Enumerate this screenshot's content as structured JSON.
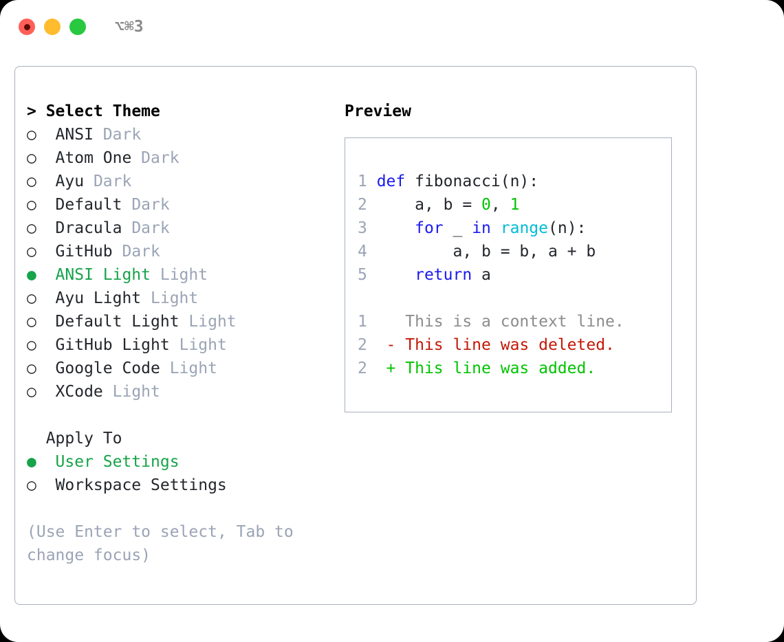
{
  "titlebar": {
    "shortcut": "⌥⌘3",
    "lights": [
      {
        "name": "close",
        "color": "#ff5f57"
      },
      {
        "name": "minimize",
        "color": "#febc2e"
      },
      {
        "name": "maximize",
        "color": "#28c840"
      }
    ]
  },
  "colors": {
    "accent_green": "#16a34a",
    "border": "#a8b0bd",
    "muted": "#9aa4b5",
    "text": "#23262b",
    "keyword_blue": "#1a1aee",
    "number_green": "#00c400",
    "builtin_cyan": "#00bcd4",
    "diff_add": "#00c400",
    "diff_del": "#c21807",
    "diff_ctx": "#8c8c8c"
  },
  "theme_section": {
    "heading": "> Select Theme",
    "items": [
      {
        "marker": "○",
        "name": "ANSI",
        "variant": "Dark",
        "selected": false
      },
      {
        "marker": "○",
        "name": "Atom One",
        "variant": "Dark",
        "selected": false
      },
      {
        "marker": "○",
        "name": "Ayu",
        "variant": "Dark",
        "selected": false
      },
      {
        "marker": "○",
        "name": "Default",
        "variant": "Dark",
        "selected": false
      },
      {
        "marker": "○",
        "name": "Dracula",
        "variant": "Dark",
        "selected": false
      },
      {
        "marker": "○",
        "name": "GitHub",
        "variant": "Dark",
        "selected": false
      },
      {
        "marker": "●",
        "name": "ANSI Light",
        "variant": "Light",
        "selected": true
      },
      {
        "marker": "○",
        "name": "Ayu Light",
        "variant": "Light",
        "selected": false
      },
      {
        "marker": "○",
        "name": "Default Light",
        "variant": "Light",
        "selected": false
      },
      {
        "marker": "○",
        "name": "GitHub Light",
        "variant": "Light",
        "selected": false
      },
      {
        "marker": "○",
        "name": "Google Code",
        "variant": "Light",
        "selected": false
      },
      {
        "marker": "○",
        "name": "XCode",
        "variant": "Light",
        "selected": false
      }
    ]
  },
  "apply_section": {
    "heading": "Apply To",
    "items": [
      {
        "marker": "●",
        "name": "User Settings",
        "selected": true
      },
      {
        "marker": "○",
        "name": "Workspace Settings",
        "selected": false
      }
    ]
  },
  "hint": "(Use Enter to select, Tab to change focus)",
  "preview": {
    "title": "Preview",
    "code_lines": [
      {
        "number": "1",
        "tokens": [
          {
            "t": "def ",
            "c": "kw"
          },
          {
            "t": "fibonacci(n):",
            "c": "plain-tok"
          }
        ]
      },
      {
        "number": "2",
        "tokens": [
          {
            "t": "    a, b = ",
            "c": "plain-tok"
          },
          {
            "t": "0",
            "c": "num"
          },
          {
            "t": ", ",
            "c": "plain-tok"
          },
          {
            "t": "1",
            "c": "num"
          }
        ]
      },
      {
        "number": "3",
        "tokens": [
          {
            "t": "    ",
            "c": "plain-tok"
          },
          {
            "t": "for",
            "c": "kw"
          },
          {
            "t": " _ ",
            "c": "plain-tok"
          },
          {
            "t": "in",
            "c": "kw"
          },
          {
            "t": " ",
            "c": "plain-tok"
          },
          {
            "t": "range",
            "c": "fn"
          },
          {
            "t": "(n):",
            "c": "plain-tok"
          }
        ]
      },
      {
        "number": "4",
        "tokens": [
          {
            "t": "        a, b = b, a + b",
            "c": "plain-tok"
          }
        ]
      },
      {
        "number": "5",
        "tokens": [
          {
            "t": "    ",
            "c": "plain-tok"
          },
          {
            "t": "return",
            "c": "kw"
          },
          {
            "t": " a",
            "c": "plain-tok"
          }
        ]
      }
    ],
    "diff_lines": [
      {
        "number": "1",
        "marker": " ",
        "text": "This is a context line.",
        "kind": "diff-ctx"
      },
      {
        "number": "2",
        "marker": "-",
        "text": "This line was deleted.",
        "kind": "diff-del"
      },
      {
        "number": "2",
        "marker": "+",
        "text": "This line was added.",
        "kind": "diff-add"
      }
    ]
  }
}
